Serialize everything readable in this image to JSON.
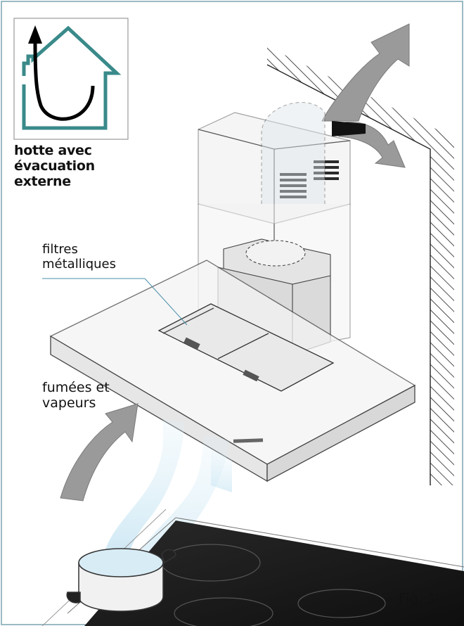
{
  "labels": {
    "caption": [
      "hotte avec",
      "évacuation",
      "externe"
    ],
    "filters": [
      "filtres",
      "métalliques"
    ],
    "fumes": [
      "fumées et",
      "vapeurs"
    ],
    "figure": "Fig. 1"
  },
  "icons": {
    "house_icon": "house-with-exhaust-arrow-icon",
    "exhaust_arrow": "curved-up-arrow-icon"
  },
  "colors": {
    "icon_house": "#3a8a8a",
    "arrow_gray": "#9a9a9a",
    "vapor_blue": "#c9e6f3",
    "hob_black": "#1b1b1b",
    "frame": "#9bb9c4"
  }
}
